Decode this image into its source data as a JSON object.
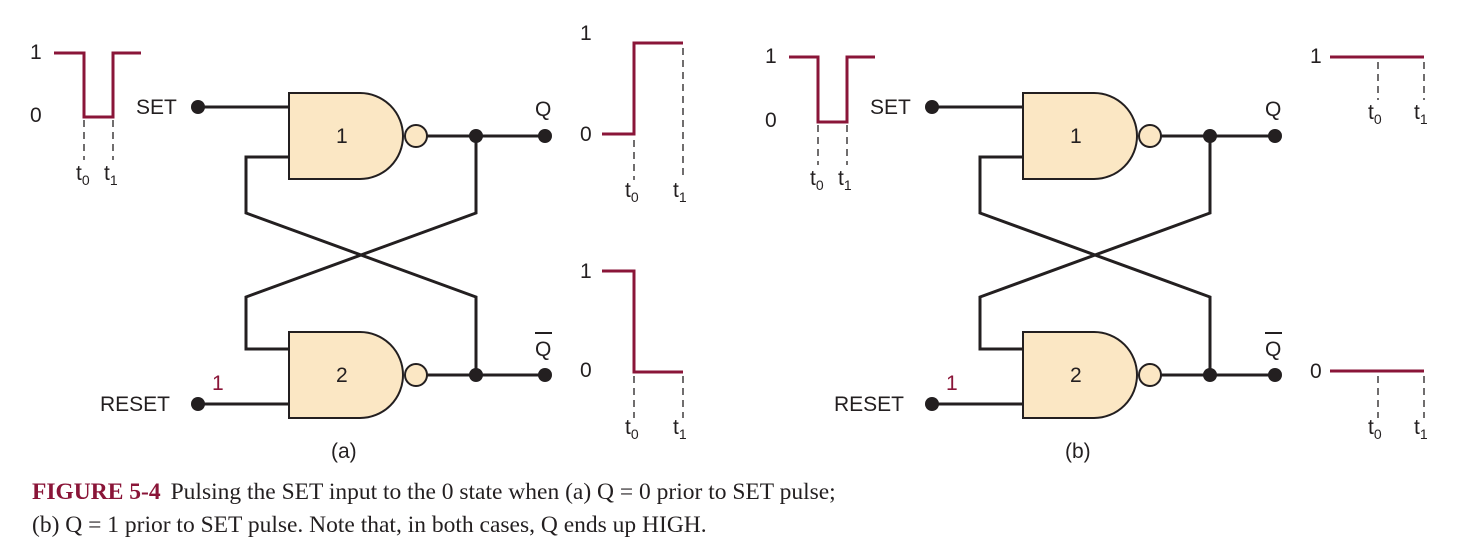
{
  "figure": {
    "caption_label": "FIGURE 5-4",
    "caption_line1": "Pulsing the SET input to the 0 state when (a) Q = 0 prior to SET pulse;",
    "caption_line2": "(b) Q = 1 prior to SET pulse. Note that, in both cases, Q ends up HIGH.",
    "colors": {
      "waveform": "#8a1538",
      "gate_fill": "#fbe7c4",
      "line": "#231f20"
    }
  },
  "panels": {
    "a": {
      "label": "(a)",
      "set_label": "SET",
      "reset_label": "RESET",
      "reset_level": "1",
      "gate1": "1",
      "gate2": "2",
      "q_label": "Q",
      "qbar_label": "Q",
      "level_high": "1",
      "level_low": "0",
      "t0_main": "t",
      "t0_sub": "0",
      "t1_main": "t",
      "t1_sub": "1"
    },
    "b": {
      "label": "(b)",
      "set_label": "SET",
      "reset_label": "RESET",
      "reset_level": "1",
      "gate1": "1",
      "gate2": "2",
      "q_label": "Q",
      "qbar_label": "Q",
      "level_high": "1",
      "level_low": "0",
      "t0_main": "t",
      "t0_sub": "0",
      "t1_main": "t",
      "t1_sub": "1"
    }
  }
}
